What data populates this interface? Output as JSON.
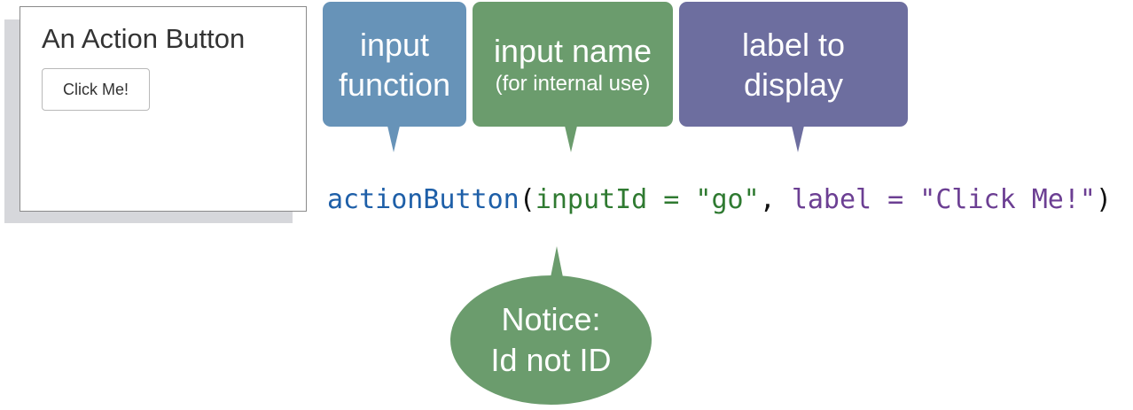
{
  "preview": {
    "title": "An Action Button",
    "button_label": "Click Me!"
  },
  "callouts": {
    "input_function": {
      "line1": "input",
      "line2": "function"
    },
    "input_name": {
      "line1": "input name",
      "line2": "(for internal use)"
    },
    "label_display": {
      "line1": "label to",
      "line2": "display"
    }
  },
  "code": {
    "function_name": "actionButton",
    "open_paren": "(",
    "arg_id": "inputId = \"go\"",
    "comma": ", ",
    "arg_label": "label = \"Click Me!\"",
    "close_paren": ")"
  },
  "note": {
    "line1": "Notice:",
    "line2": "Id not ID"
  },
  "colors": {
    "blue_callout": "#6793b8",
    "green_callout": "#6b9c6d",
    "purple_callout": "#6d6e9f",
    "function_text": "#1e5fa8",
    "id_text": "#2f7a31",
    "label_text": "#6c3f93"
  }
}
